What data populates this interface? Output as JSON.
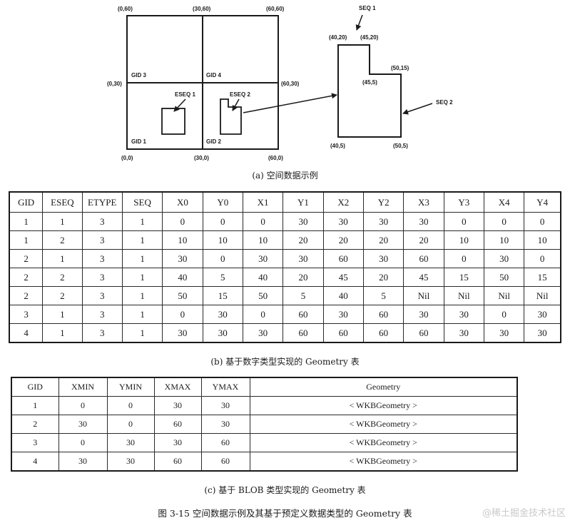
{
  "diagram": {
    "corner_labels": {
      "top_left": "(0,60)",
      "top_mid": "(30,60)",
      "top_right": "(60,60)",
      "mid_left": "(0,30)",
      "mid_right": "(60,30)",
      "bottom_left": "(0,0)",
      "bottom_mid": "(30,0)",
      "bottom_right": "(60,0)"
    },
    "grid_labels": {
      "gid3": "GID 3",
      "gid4": "GID 4",
      "gid1": "GID 1",
      "gid2": "GID 2"
    },
    "eseq1": "ESEQ 1",
    "eseq2": "ESEQ 2",
    "seq1": "SEQ 1",
    "seq2": "SEQ 2",
    "detail_labels": {
      "p40_20": "(40,20)",
      "p45_20": "(45,20)",
      "p50_15": "(50,15)",
      "p45_5": "(45,5)",
      "p40_5": "(40,5)",
      "p50_5": "(50,5)"
    }
  },
  "caption_a": "(a) 空间数据示例",
  "table_b": {
    "headers": [
      "GID",
      "ESEQ",
      "ETYPE",
      "SEQ",
      "X0",
      "Y0",
      "X1",
      "Y1",
      "X2",
      "Y2",
      "X3",
      "Y3",
      "X4",
      "Y4"
    ],
    "rows": [
      [
        "1",
        "1",
        "3",
        "1",
        "0",
        "0",
        "0",
        "30",
        "30",
        "30",
        "30",
        "0",
        "0",
        "0"
      ],
      [
        "1",
        "2",
        "3",
        "1",
        "10",
        "10",
        "10",
        "20",
        "20",
        "20",
        "20",
        "10",
        "10",
        "10"
      ],
      [
        "2",
        "1",
        "3",
        "1",
        "30",
        "0",
        "30",
        "30",
        "60",
        "30",
        "60",
        "0",
        "30",
        "0"
      ],
      [
        "2",
        "2",
        "3",
        "1",
        "40",
        "5",
        "40",
        "20",
        "45",
        "20",
        "45",
        "15",
        "50",
        "15"
      ],
      [
        "2",
        "2",
        "3",
        "1",
        "50",
        "15",
        "50",
        "5",
        "40",
        "5",
        "Nil",
        "Nil",
        "Nil",
        "Nil"
      ],
      [
        "3",
        "1",
        "3",
        "1",
        "0",
        "30",
        "0",
        "60",
        "30",
        "60",
        "30",
        "30",
        "0",
        "30"
      ],
      [
        "4",
        "1",
        "3",
        "1",
        "30",
        "30",
        "30",
        "60",
        "60",
        "60",
        "60",
        "30",
        "30",
        "30"
      ]
    ]
  },
  "caption_b": "(b) 基于数字类型实现的 Geometry 表",
  "table_c": {
    "headers": [
      "GID",
      "XMIN",
      "YMIN",
      "XMAX",
      "YMAX",
      "Geometry"
    ],
    "rows": [
      [
        "1",
        "0",
        "0",
        "30",
        "30",
        "< WKBGeometry >"
      ],
      [
        "2",
        "30",
        "0",
        "60",
        "30",
        "< WKBGeometry >"
      ],
      [
        "3",
        "0",
        "30",
        "30",
        "60",
        "< WKBGeometry >"
      ],
      [
        "4",
        "30",
        "30",
        "60",
        "60",
        "< WKBGeometry >"
      ]
    ]
  },
  "caption_c": "(c) 基于 BLOB 类型实现的 Geometry 表",
  "figure_caption": "图 3-15   空间数据示例及其基于预定义数据类型的 Geometry 表",
  "watermark": "@稀土掘金技术社区"
}
